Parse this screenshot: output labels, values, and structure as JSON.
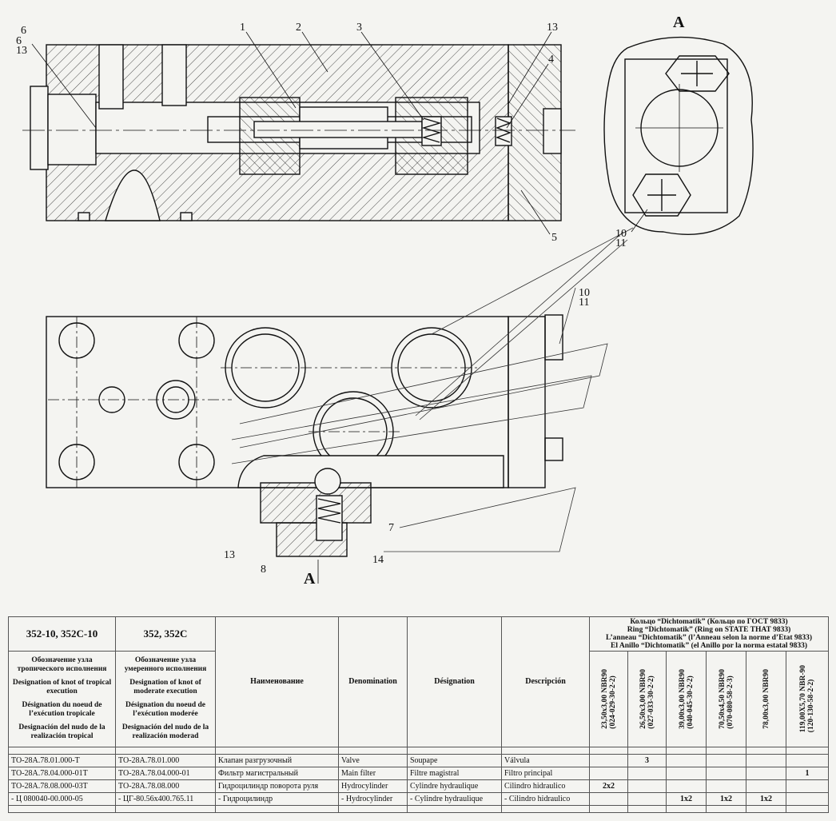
{
  "callouts": {
    "c1": "1",
    "c2": "2",
    "c3": "3",
    "c4": "4",
    "c5": "5",
    "c6_13": "6\n13",
    "c13_top": "13",
    "c10_11_view": "10\n11",
    "c10_11_side": "10\n11",
    "c7": "7",
    "c8": "8",
    "c13_bottom": "13",
    "c14": "14",
    "view_a_title": "A",
    "section_a": "A"
  },
  "table": {
    "col_codes": [
      "352-10, 352С-10",
      "352, 352С"
    ],
    "col_desc_tropical": [
      "Обозначение узла тропического исполнения",
      "Designation of knot of tropical execution",
      "Désignation du noeud de l’exécution tropicale",
      "Designación del nudo de la realización tropical"
    ],
    "col_desc_moderate": [
      "Обозначение узла умеренного исполнения",
      "Designation of knot of moderate execution",
      "Désignation du noeud de l’exécution moderée",
      "Designación del nudo de la realización moderad"
    ],
    "lang_headers": [
      "Наименование",
      "Denomination",
      "Désignation",
      "Descripción"
    ],
    "ring_header": [
      "Кольцо “Dichtomatik” (Кольцо по ГОСТ 9833)",
      "Ring “Dichtomatik” (Ring on STATE THAT 9833)",
      "L’anneau “Dichtomatik” (l’Anneau selon la norme d’Etat 9833)",
      "El Anillo “Dichtomatik” (el Anillo por la norma estatal 9833)"
    ],
    "ring_sizes": [
      [
        "23,50х3,00 NBR90",
        "(024-029-30-2-2)"
      ],
      [
        "26,50х3,00 NBR90",
        "(027-033-30-2-2)"
      ],
      [
        "39,00х3,00 NBR90",
        "(040-045-30-2-2)"
      ],
      [
        "70,50х4,50 NBR90",
        "(070-080-58-2-3)"
      ],
      [
        "78,00х3,00 NBR90",
        ""
      ],
      [
        "119,00Х5,70 NBR-90",
        "(120-130-58-2-2)"
      ]
    ],
    "rows": [
      {
        "tropical": "ТО-28А.78.01.000-Т",
        "moderate": "ТО-28А.78.01.000",
        "ru": "Клапан разгрузочный",
        "en": "Valve",
        "fr": "Soupape",
        "es": "Válvula",
        "q": [
          "",
          "3",
          "",
          "",
          "",
          ""
        ]
      },
      {
        "tropical": "ТО-28А.78.04.000-01Т",
        "moderate": "ТО-28А.78.04.000-01",
        "ru": "Фильтр магистральный",
        "en": "Main filter",
        "fr": "Filtre magistral",
        "es": "Filtro principal",
        "q": [
          "",
          "",
          "",
          "",
          "",
          "1"
        ]
      },
      {
        "tropical": "ТО-28А.78.08.000-03Т",
        "moderate": "ТО-28А.78.08.000",
        "ru": "Гидроцилиндр поворота руля",
        "en": "Hydrocylinder",
        "fr": "Cylindre hydraulique",
        "es": "Cilindro hidraulico",
        "q": [
          "2х2",
          "",
          "",
          "",
          "",
          ""
        ]
      },
      {
        "tropical": "- Ц 080040-00.000-05",
        "moderate": "- ЦГ-80.56х400.765.11",
        "ru": "- Гидроцилиндр",
        "en": "- Hydrocylinder",
        "fr": "- Cylindre hydraulique",
        "es": "- Cilindro hidraulico",
        "q": [
          "",
          "",
          "1х2",
          "1х2",
          "1х2",
          ""
        ]
      }
    ]
  }
}
